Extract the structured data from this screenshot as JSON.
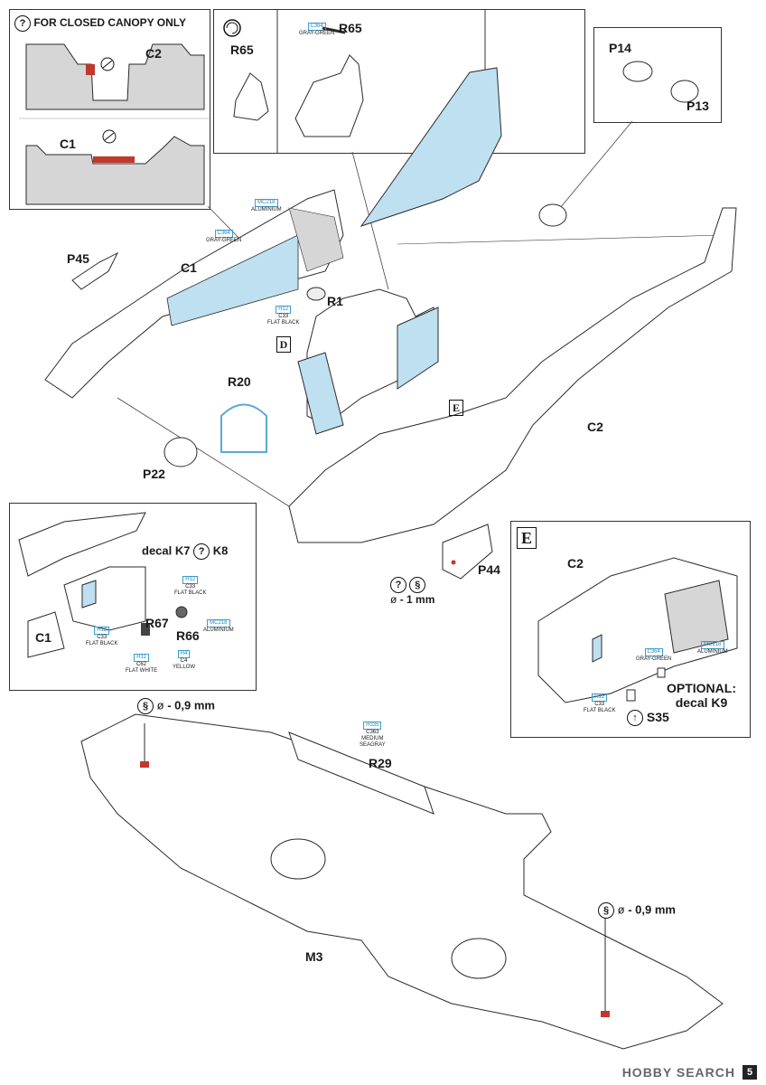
{
  "header_note": "FOR CLOSED CANOPY ONLY",
  "inset_closed_canopy": {
    "parts": [
      "C2",
      "C1"
    ]
  },
  "inset_cockpit": {
    "parts": [
      "R65",
      "R65"
    ],
    "paint": {
      "code": "C364",
      "name": "GRAY-GREEN"
    }
  },
  "inset_p": {
    "parts": [
      "P14",
      "P13"
    ]
  },
  "main_assembly": {
    "labels": [
      "P45",
      "C1",
      "R1",
      "R20",
      "P22",
      "C2"
    ],
    "paint_aluminium": {
      "code": "MC218",
      "name": "ALUMINIUM"
    },
    "paint_graygreen": {
      "code": "C364",
      "name": "GRAY-GREEN"
    },
    "paint_flatblack": {
      "code1": "H12",
      "code2": "C33",
      "name": "FLAT BLACK"
    },
    "box_d": "D",
    "box_e": "E"
  },
  "p44": {
    "label": "P44",
    "note": "- 1 mm"
  },
  "inset_c1": {
    "decal": "decal K7",
    "k8": "K8",
    "part_c1": "C1",
    "part_r67": "R67",
    "part_r66": "R66",
    "paint_fb": {
      "code1": "H12",
      "code2": "C33",
      "name": "FLAT BLACK"
    },
    "paint_fb2": {
      "code1": "H12",
      "code2": "C33",
      "name": "FLAT BLACK"
    },
    "paint_al": {
      "code": "MC218",
      "name": "ALUMINIUM"
    },
    "paint_fw": {
      "code1": "H11",
      "code2": "C62",
      "name": "FLAT WHITE"
    },
    "paint_y": {
      "code1": "H4",
      "code2": "C4",
      "name": "YELLOW"
    }
  },
  "inset_e": {
    "letter": "E",
    "part_c2": "C2",
    "paint_gg": {
      "code": "C364",
      "name": "GRAY-GREEN"
    },
    "paint_al": {
      "code": "MC218",
      "name": "ALUMINIUM"
    },
    "paint_fb": {
      "code1": "H12",
      "code2": "C33",
      "name": "FLAT BLACK"
    },
    "optional": "OPTIONAL:",
    "optional_decal": "decal K9",
    "part_s35": "S35"
  },
  "wing": {
    "drill1": "- 0,9 mm",
    "drill2": "- 0,9 mm",
    "part_r29": "R29",
    "paint_seagray": {
      "code1": "H335",
      "code2": "C363",
      "name1": "MEDIUM",
      "name2": "SEAGRAY"
    },
    "part_m3": "M3"
  },
  "watermark": "HOBBY SEARCH",
  "page_number": "5",
  "colors": {
    "blue_paint": "#bfe0f0",
    "gray_paint": "#d6d6d6",
    "red_mark": "#c0392b",
    "line": "#2a2a2a",
    "code_blue": "#2a86b8"
  }
}
